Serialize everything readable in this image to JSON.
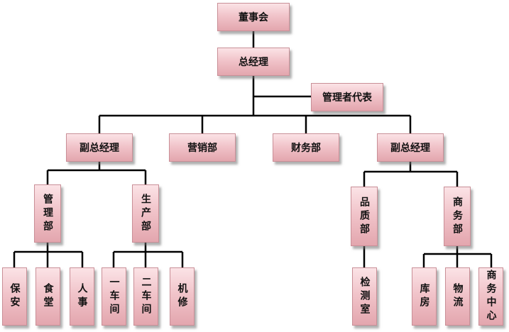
{
  "nodes": {
    "board": "董事会",
    "gm": "总经理",
    "mgmt_rep": "管理者代表",
    "vgm_left": "副总经理",
    "marketing": "营销部",
    "finance": "财务部",
    "vgm_right": "副总经理",
    "mgmt_dept": "管理部",
    "production": "生产部",
    "quality": "品质部",
    "commerce": "商务部",
    "security": "保安",
    "canteen": "食堂",
    "hr": "人事",
    "workshop1": "一车间",
    "workshop2": "二车间",
    "maintenance": "机修",
    "testing_room": "检测室",
    "warehouse": "库房",
    "logistics": "物流",
    "business_center": "商务中心"
  }
}
